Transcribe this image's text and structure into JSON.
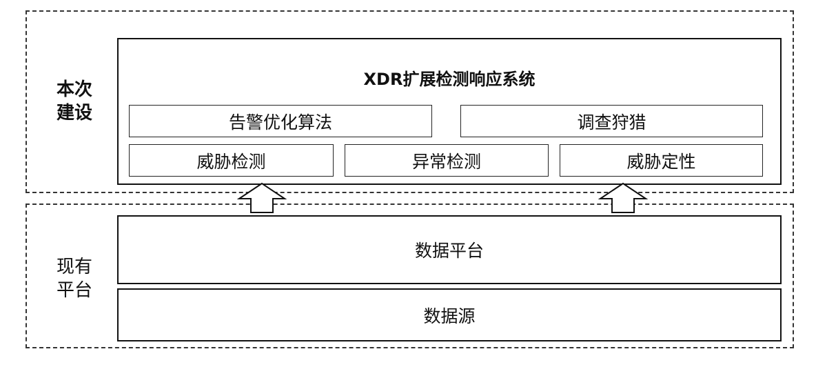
{
  "regions": {
    "build_label": "本次建设",
    "existing_label": "现有平台"
  },
  "system": {
    "title": "XDR扩展检测响应系统",
    "modules": [
      "告警优化算法",
      "调查狩猎",
      "威胁检测",
      "异常检测",
      "威胁定性"
    ]
  },
  "existing": {
    "platform": "数据平台",
    "source": "数据源"
  },
  "icons": {
    "arrow": "up-arrow-icon"
  }
}
